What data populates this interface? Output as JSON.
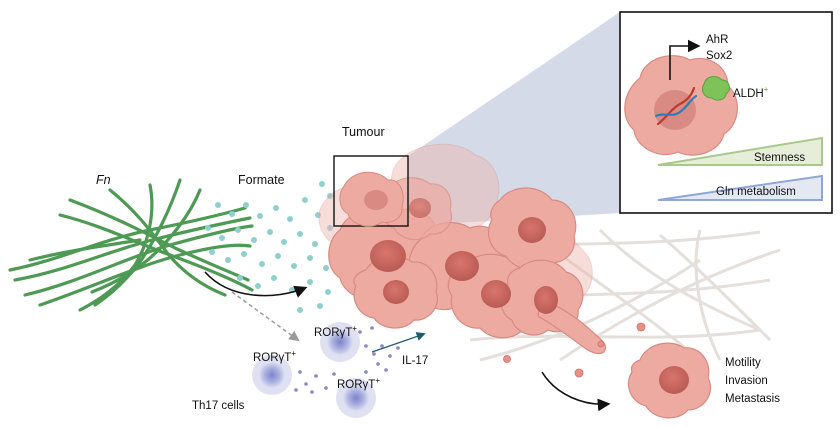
{
  "labels": {
    "fn": "Fn",
    "formate": "Formate",
    "tumour": "Tumour",
    "il17": "IL-17",
    "th17_cells": "Th17 cells",
    "roryt": "RORγT",
    "superscript_plus": "+",
    "ahr": "AhR",
    "sox2": "Sox2",
    "aldh": "ALDH",
    "stemness": "Stemness",
    "gln_metabolism": "Gln metabolism",
    "motility": "Motility",
    "invasion": "Invasion",
    "metastasis": "Metastasis"
  },
  "colors": {
    "fn_green": "#4e9a54",
    "formate_teal": "#8fd0cf",
    "tumour_fill": "#ecaaa1",
    "tumour_stroke": "#d98a82",
    "nucleus": "#cf7068",
    "tcell_fill": "#cfd2ec",
    "tcell_nucleus": "#8e93cf",
    "stemness_green": "#a9c98a",
    "gln_blue": "#8fa6d6",
    "zoom_cone": "#b9c3d9",
    "aldh_green": "#7fc25a"
  },
  "icons": [
    "fn-bacteria-icon",
    "dna-helix-icon",
    "ahr-sox2-arrow-icon",
    "aldh-blob-icon"
  ]
}
